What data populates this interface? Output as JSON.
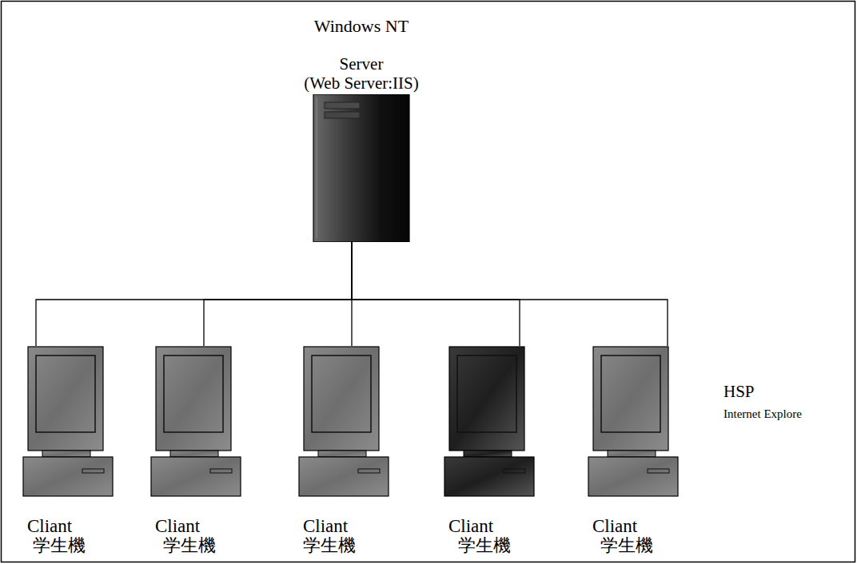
{
  "diagram": {
    "nodes": [
      {
        "text": [
          "Windows NT",
          "Server",
          "(Web Server:IIS)"
        ]
      },
      {
        "text": [
          "Cliant",
          "学生機"
        ]
      },
      {
        "text": [
          "Cliant",
          "学生機"
        ]
      },
      {
        "text": [
          "Cliant",
          "学生機"
        ]
      },
      {
        "text": [
          "Cliant",
          "学生機"
        ]
      },
      {
        "text": [
          "Cliant",
          "学生機"
        ]
      }
    ],
    "edges": [
      {
        "from": 0,
        "to": 1,
        "arrow": "none"
      },
      {
        "from": 0,
        "to": 2,
        "arrow": "none"
      },
      {
        "from": 0,
        "to": 3,
        "arrow": "none"
      },
      {
        "from": 0,
        "to": 4,
        "arrow": "none"
      },
      {
        "from": 0,
        "to": 5,
        "arrow": "none"
      }
    ],
    "labels": [
      "HSP",
      "Internet Explore"
    ]
  }
}
